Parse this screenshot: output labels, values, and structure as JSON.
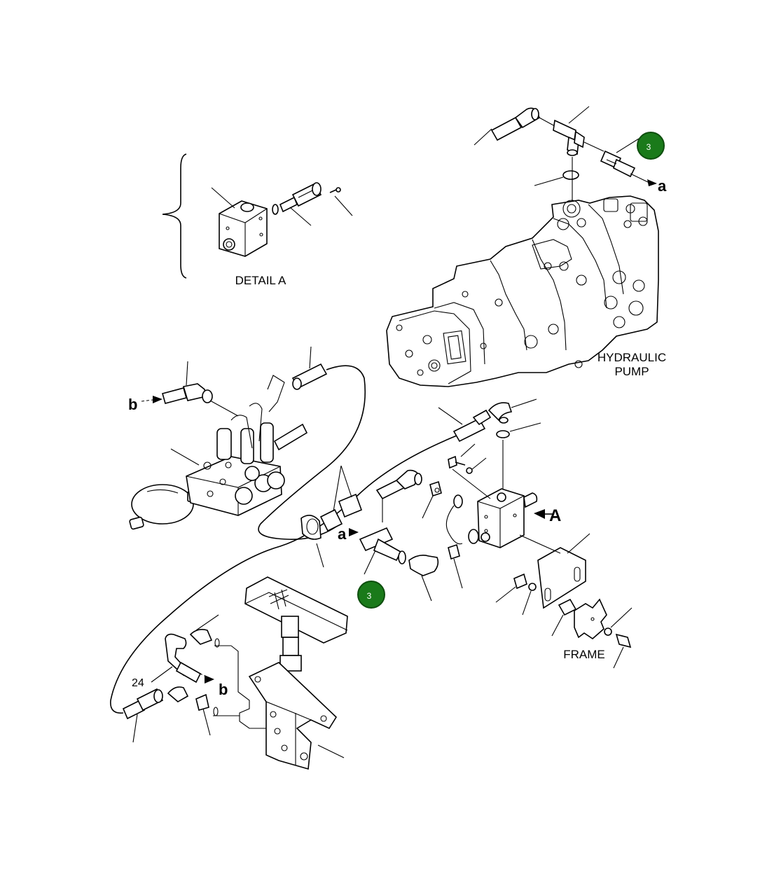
{
  "labels": {
    "detail_a": "DETAIL A",
    "hydraulic_pump_line1": "HYDRAULIC",
    "hydraulic_pump_line2": "PUMP",
    "frame": "FRAME",
    "ref_a_top": "a",
    "ref_a_mid": "a",
    "ref_b_left": "b",
    "ref_b_bottom": "b",
    "view_a": "A",
    "part_24": "24"
  },
  "callouts": [
    {
      "number": "3",
      "color": "#1a7a1a"
    },
    {
      "number": "3",
      "color": "#1a7a1a"
    }
  ]
}
